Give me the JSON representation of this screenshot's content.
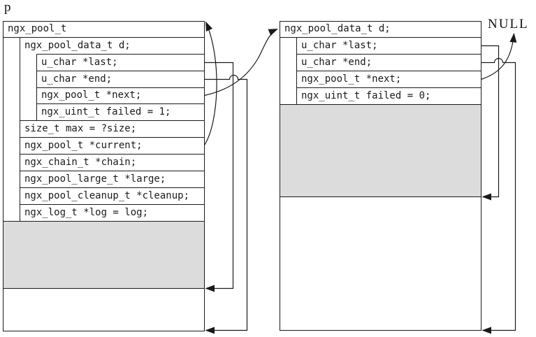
{
  "labels": {
    "pool_pointer": "p",
    "terminator": "NULL"
  },
  "left_pool": {
    "title": "ngx_pool_t",
    "data_struct": "ngx_pool_data_t d;",
    "data_fields": [
      "u_char *last;",
      "u_char *end;",
      "ngx_pool_t *next;",
      "ngx_uint_t failed = 1;"
    ],
    "pool_fields": [
      "size_t max = ?size;",
      "ngx_pool_t *current;",
      "ngx_chain_t *chain;",
      "ngx_pool_large_t *large;",
      "ngx_pool_cleanup_t *cleanup;",
      "ngx_log_t *log = log;"
    ]
  },
  "right_pool": {
    "title": "ngx_pool_data_t d;",
    "data_fields": [
      "u_char *last;",
      "u_char *end;",
      "ngx_pool_t *next;",
      "ngx_uint_t failed = 0;"
    ]
  },
  "colors": {
    "line": "#1a1a1a",
    "allocated_region": "#dcdcdc",
    "free_region": "#ffffff"
  },
  "arrows": [
    {
      "from": "left.d.next",
      "to": "right_pool_header"
    },
    {
      "from": "left.current",
      "to": "left_pool_top"
    },
    {
      "from": "left.d.last",
      "to": "left_pool_free_start"
    },
    {
      "from": "left.d.end",
      "to": "left_pool_bottom"
    },
    {
      "from": "right.d.next",
      "to": "NULL"
    },
    {
      "from": "right.d.last",
      "to": "right_pool_free_start"
    },
    {
      "from": "right.d.end",
      "to": "right_pool_bottom"
    }
  ]
}
